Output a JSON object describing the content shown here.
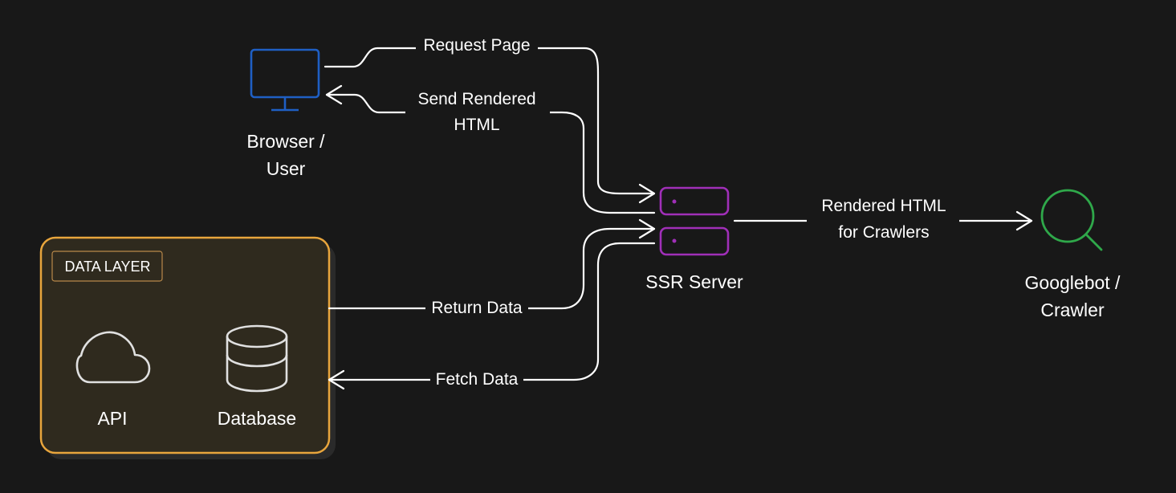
{
  "nodes": {
    "browser": {
      "label_line1": "Browser /",
      "label_line2": "User",
      "color": "#1f5fc4"
    },
    "server": {
      "label": "SSR Server",
      "color": "#a02fb8"
    },
    "crawler": {
      "label_line1": "Googlebot /",
      "label_line2": "Crawler",
      "color": "#2fa84a"
    },
    "api": {
      "label": "API",
      "color": "#e0e0e0"
    },
    "database": {
      "label": "Database",
      "color": "#e0e0e0"
    }
  },
  "group": {
    "tag": "DATA LAYER",
    "border_color": "#e8a53c",
    "fill_color": "#2f2a1e"
  },
  "edges": {
    "request_page": {
      "label": "Request Page"
    },
    "send_rendered": {
      "label_line1": "Send Rendered",
      "label_line2": "HTML"
    },
    "return_data": {
      "label": "Return Data"
    },
    "fetch_data": {
      "label": "Fetch Data"
    },
    "rendered_crawlers": {
      "label_line1": "Rendered HTML",
      "label_line2": "for Crawlers"
    }
  },
  "icons": {
    "browser": "monitor-icon",
    "server": "server-icon",
    "crawler": "search-icon",
    "api": "cloud-icon",
    "database": "database-icon"
  }
}
